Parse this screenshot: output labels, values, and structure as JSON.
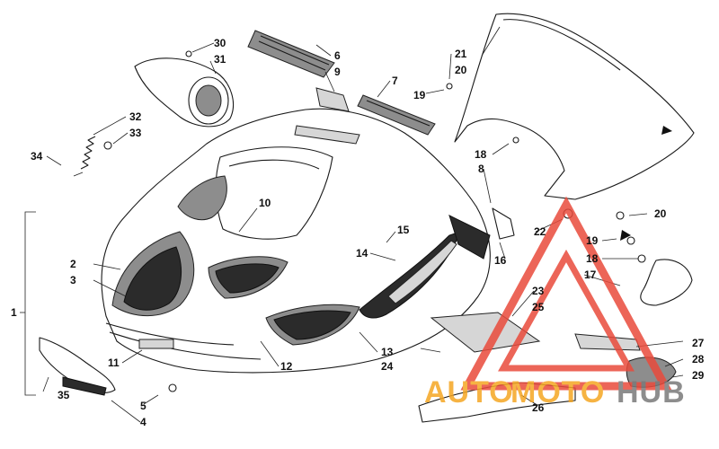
{
  "diagram": {
    "callouts": [
      {
        "id": "c1",
        "label": "1"
      },
      {
        "id": "c2",
        "label": "2"
      },
      {
        "id": "c3",
        "label": "3"
      },
      {
        "id": "c4",
        "label": "4"
      },
      {
        "id": "c5",
        "label": "5"
      },
      {
        "id": "c6",
        "label": "6"
      },
      {
        "id": "c7",
        "label": "7"
      },
      {
        "id": "c8",
        "label": "8"
      },
      {
        "id": "c9",
        "label": "9"
      },
      {
        "id": "c10",
        "label": "10"
      },
      {
        "id": "c11",
        "label": "11"
      },
      {
        "id": "c12",
        "label": "12"
      },
      {
        "id": "c13",
        "label": "13"
      },
      {
        "id": "c14",
        "label": "14"
      },
      {
        "id": "c15",
        "label": "15"
      },
      {
        "id": "c16",
        "label": "16"
      },
      {
        "id": "c17",
        "label": "17"
      },
      {
        "id": "c18a",
        "label": "18"
      },
      {
        "id": "c18b",
        "label": "18"
      },
      {
        "id": "c19a",
        "label": "19"
      },
      {
        "id": "c19b",
        "label": "19"
      },
      {
        "id": "c20a",
        "label": "20"
      },
      {
        "id": "c20b",
        "label": "20"
      },
      {
        "id": "c21",
        "label": "21"
      },
      {
        "id": "c22",
        "label": "22"
      },
      {
        "id": "c23",
        "label": "23"
      },
      {
        "id": "c24",
        "label": "24"
      },
      {
        "id": "c25",
        "label": "25"
      },
      {
        "id": "c26",
        "label": "26"
      },
      {
        "id": "c27",
        "label": "27"
      },
      {
        "id": "c28",
        "label": "28"
      },
      {
        "id": "c29",
        "label": "29"
      },
      {
        "id": "c30",
        "label": "30"
      },
      {
        "id": "c31",
        "label": "31"
      },
      {
        "id": "c32",
        "label": "32"
      },
      {
        "id": "c33",
        "label": "33"
      },
      {
        "id": "c34",
        "label": "34"
      },
      {
        "id": "c35",
        "label": "35"
      }
    ]
  },
  "watermark": {
    "part1": "AUTO",
    "part2": "MOTO",
    "part3": "HUB",
    "color_primary": "#f5a623",
    "color_secondary": "#7a7a7a",
    "triangle_color": "#e94b3c"
  }
}
